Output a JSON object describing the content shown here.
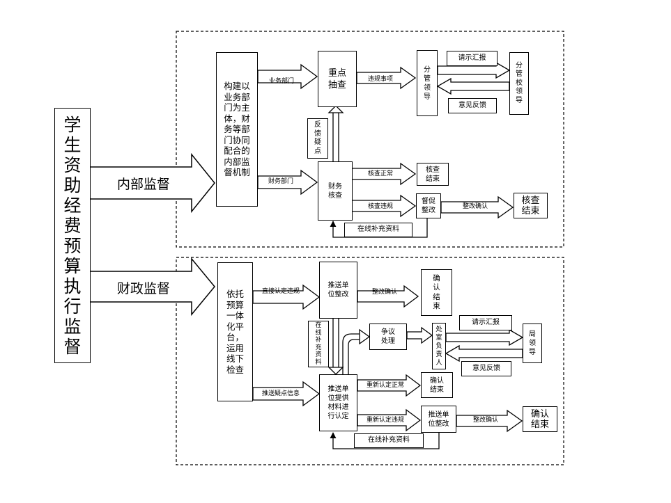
{
  "main_title": "学\n生\n资\n助\n经\n费\n预\n算\n执\n行\n监\n督",
  "internal": {
    "arrow_label": "内部监督",
    "mechanism": "构建以\n业务部\n门为主\n体，财\n务等部\n门协同\n配合的\n内部监\n督机制",
    "dept_business": "业务部门",
    "dept_finance": "财务部门",
    "key_check": "重点\n抽查",
    "violation_item": "违规事项",
    "division_leader": "分\n管\n领\n导",
    "request_report": "请示汇报",
    "school_leader": "分\n管\n校\n领\n导",
    "feedback": "意见反馈",
    "feedback_doubt": "反\n馈\n疑\n点",
    "finance_check": "财务\n核查",
    "check_normal": "核查正常",
    "check_end_small": "核查\n结束",
    "check_violation": "核查违规",
    "supervise_fix": "督促\n整改",
    "fix_confirm": "整改确认",
    "check_end_big": "核查\n结束",
    "online_supplement": "在线补充资料"
  },
  "finance": {
    "arrow_label": "财政监督",
    "platform": "依托\n预算\n一体\n化平\n台，\n运用\n线下\n检查",
    "direct_violation": "直接认定违规",
    "push_fix": "推送单\n位整改",
    "fix_confirm": "整改确认",
    "confirm_end_tall": "确\n认\n结\n束",
    "supplement_vertical": "在\n线\n补\n充\n资\n料",
    "dispute": "争议\n处理",
    "dept_head": "处\n室\n负\n责\n人",
    "request_report": "请示汇报",
    "bureau_leader": "局\n领\n导",
    "feedback": "意见反馈",
    "push_doubt": "推送疑点信息",
    "unit_provide": "推送单\n位提供\n材料进\n行认定",
    "recheck_normal": "重新认定正常",
    "confirm_end_small": "确认\n结束",
    "recheck_violation": "重新认定违规",
    "push_fix2": "推送单\n位整改",
    "fix_confirm2": "整改确认",
    "confirm_end_big": "确认\n结束",
    "online_supplement": "在线补充资料"
  }
}
